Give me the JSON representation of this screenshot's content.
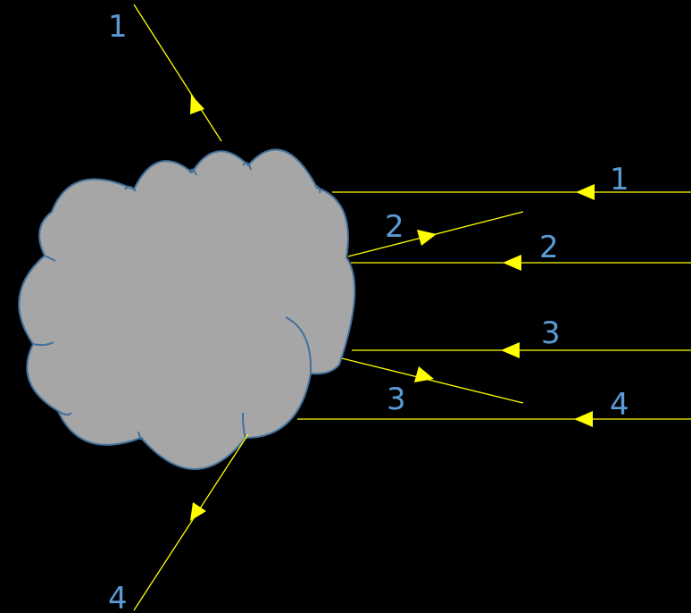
{
  "colors": {
    "background": "#000000",
    "cloud_fill": "#a6a6a6",
    "cloud_stroke": "#41719c",
    "ray": "#ffff00",
    "label": "#5b9bd5"
  },
  "labels": {
    "ray1_out": "1",
    "ray1_in": "1",
    "ray2_out": "2",
    "ray2_in": "2",
    "ray3_in": "3",
    "ray3_out": "3",
    "ray4_in": "4",
    "ray4_out": "4"
  }
}
